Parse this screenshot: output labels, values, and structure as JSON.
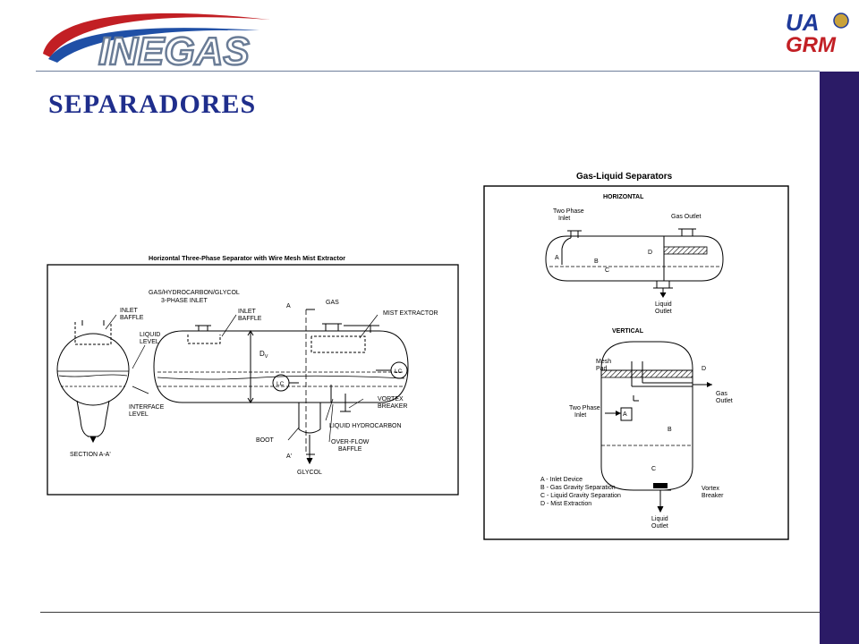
{
  "header": {
    "logo_left_text": "INEGAS",
    "logo_right_line1": "UA",
    "logo_right_line2": "GRM"
  },
  "slide": {
    "title": "SEPARADORES"
  },
  "figure_left": {
    "title": "Horizontal Three-Phase Separator with Wire Mesh Mist Extractor",
    "labels": {
      "inlet_baffle_left": [
        "INLET",
        "BAFFLE"
      ],
      "liquid_level": [
        "LIQUID",
        "LEVEL"
      ],
      "interface_level": [
        "INTERFACE",
        "LEVEL"
      ],
      "section": "SECTION A-A'",
      "inlet": [
        "GAS/HYDROCARBON/GLYCOL",
        "3-PHASE INLET"
      ],
      "inlet_baffle": [
        "INLET",
        "BAFFLE"
      ],
      "a_top": "A",
      "gas": "GAS",
      "mist_extractor": "MIST EXTRACTOR",
      "dv": "D",
      "dv_sub": "V",
      "lc_right": "LC",
      "lc_center": "LC",
      "vortex_breaker": [
        "VORTEX",
        "BREAKER"
      ],
      "liquid_hydrocarbon": "LIQUID HYDROCARBON",
      "boot": "BOOT",
      "overflow_baffle": [
        "OVER-FLOW",
        "BAFFLE"
      ],
      "a_bottom": "A'",
      "glycol": "GLYCOL"
    }
  },
  "figure_right": {
    "title": "Gas-Liquid Separators",
    "horizontal": {
      "heading": "HORIZONTAL",
      "two_phase_inlet": [
        "Two Phase",
        "Inlet"
      ],
      "gas_outlet": "Gas Outlet",
      "liquid_outlet": [
        "Liquid",
        "Outlet"
      ],
      "a": "A",
      "b": "B",
      "c": "C",
      "d": "D"
    },
    "vertical": {
      "heading": "VERTICAL",
      "mesh_pad": [
        "Mesh",
        "Pad"
      ],
      "d": "D",
      "gas_outlet": [
        "Gas",
        "Outlet"
      ],
      "two_phase_inlet": [
        "Two Phase",
        "Inlet"
      ],
      "a": "A",
      "b": "B",
      "c": "C",
      "vortex_breaker": [
        "Vortex",
        "Breaker"
      ],
      "liquid_outlet": [
        "Liquid",
        "Outlet"
      ]
    },
    "legend": [
      "A - Inlet Device",
      "B - Gas Gravity Separation",
      "C - Liquid Gravity Separation",
      "D - Mist Extraction"
    ]
  }
}
